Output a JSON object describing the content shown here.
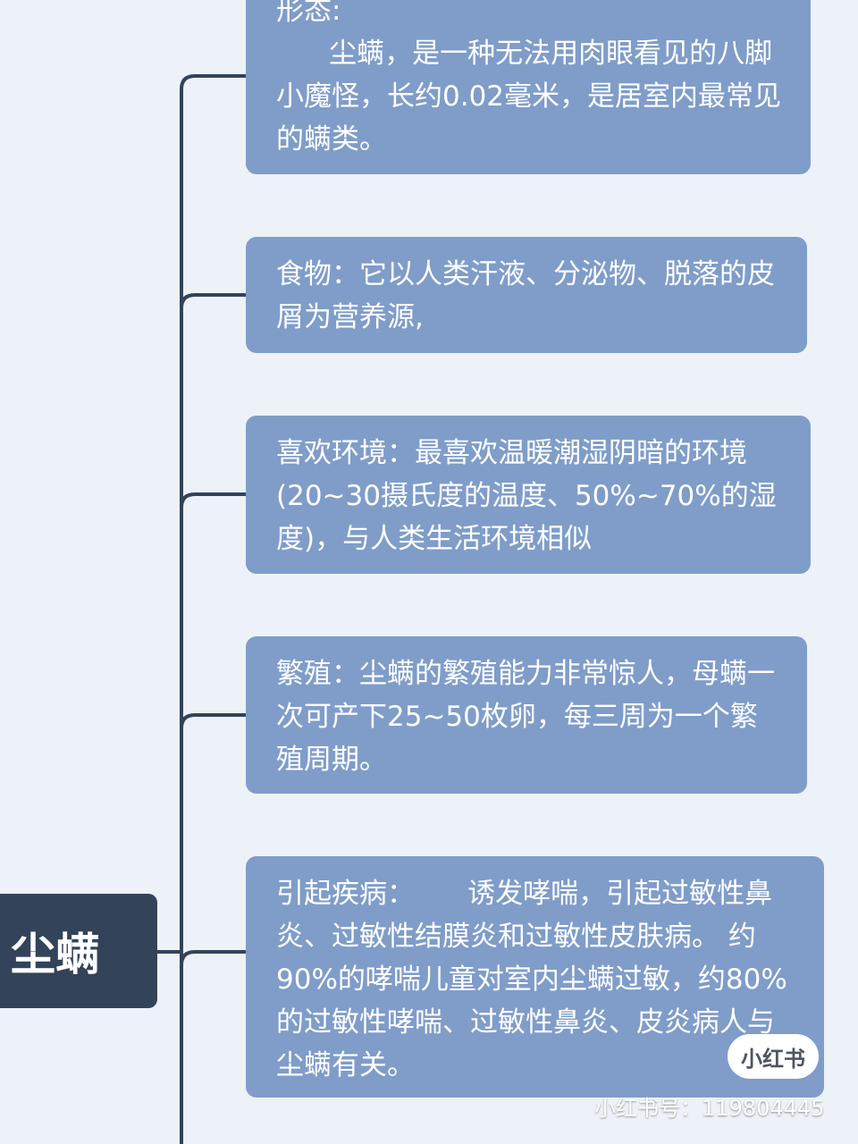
{
  "root": {
    "label": "尘螨"
  },
  "nodes": [
    {
      "text": "形态:\n      尘螨，是一种无法用肉眼看见的八脚小魔怪，长约0.02毫米，是居室内最常见的螨类。"
    },
    {
      "text": "食物：它以人类汗液、分泌物、脱落的皮屑为营养源,"
    },
    {
      "text": "喜欢环境：最喜欢温暖潮湿阴暗的环境(20~30摄氏度的温度、50%~70%的湿度)，与人类生活环境相似"
    },
    {
      "text": "繁殖：尘螨的繁殖能力非常惊人，母螨一次可产下25~50枚卵，每三周为一个繁殖周期。"
    },
    {
      "text": "引起疾病：      诱发哮喘，引起过敏性鼻炎、过敏性结膜炎和过敏性皮肤病。 约90%的哮喘儿童对室内尘螨过敏，约80%的过敏性哮喘、过敏性鼻炎、皮炎病人与尘螨有关。"
    }
  ],
  "watermark": {
    "logo": "小红书",
    "account": "小红书号：119804445"
  },
  "colors": {
    "background": "#edf2f8",
    "node": "#7f9dc8",
    "root": "#33435a",
    "line": "#33435a"
  }
}
